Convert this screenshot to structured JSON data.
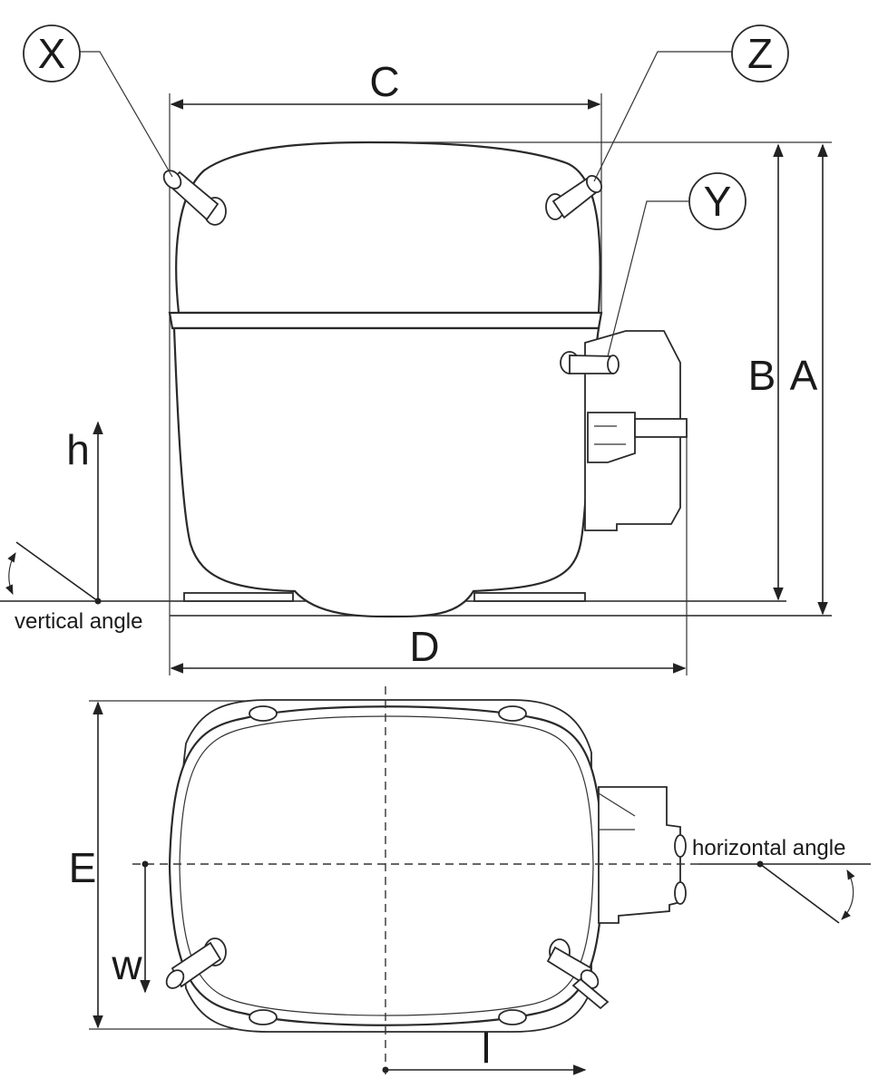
{
  "callouts": {
    "x": "X",
    "y": "Y",
    "z": "Z"
  },
  "dimensions": {
    "a": "A",
    "b": "B",
    "c": "C",
    "d": "D",
    "e": "E",
    "h": "h",
    "w": "w",
    "l": "l"
  },
  "angles": {
    "vertical": "vertical angle",
    "horizontal": "horizontal angle"
  }
}
